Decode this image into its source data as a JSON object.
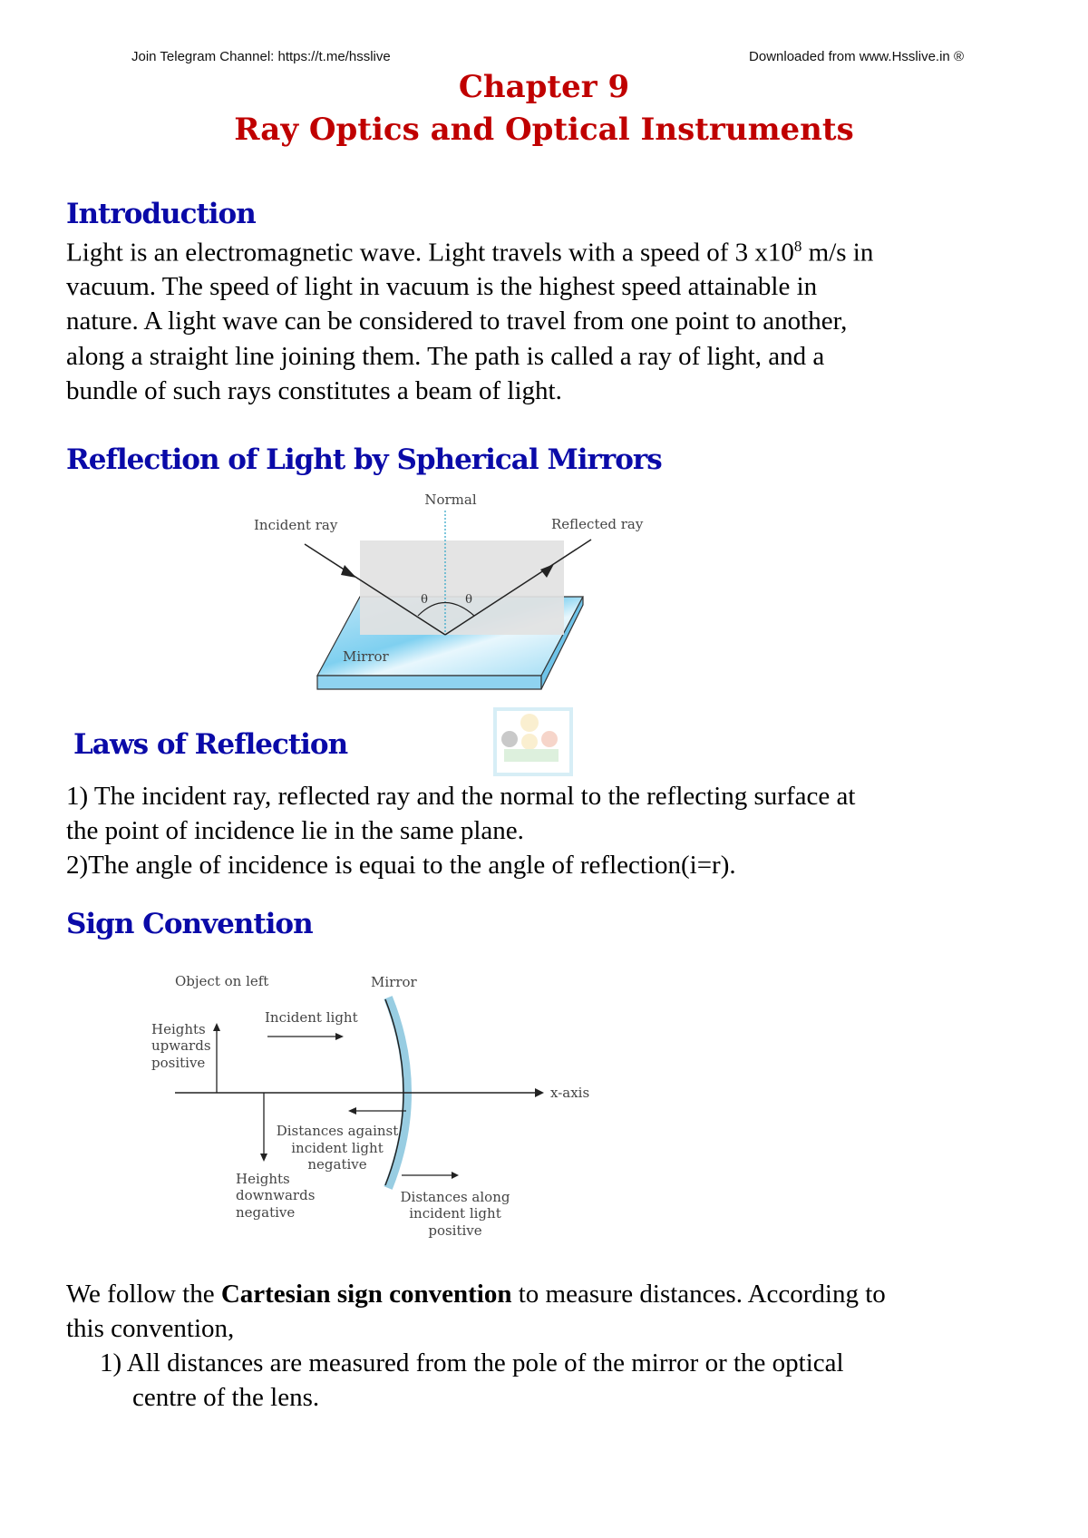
{
  "header": {
    "left": "Join Telegram Channel: https://t.me/hsslive",
    "right": "Downloaded from www.Hsslive.in ®"
  },
  "title": {
    "chapter": "Chapter 9",
    "name": "Ray Optics and Optical Instruments"
  },
  "introduction": {
    "heading": "Introduction",
    "lines": [
      "Light is an electromagnetic wave. Light  travels with a speed of 3 x10",
      "vacuum. The speed of light in vacuum is the highest speed attainable in",
      "nature. A light wave can be considered to travel from one point to another,",
      "along a straight line joining  them. The path is called a ray of light, and a",
      "bundle of such rays constitutes a beam of light."
    ],
    "superscript": "8",
    "line1_tail": " m/s in"
  },
  "reflection": {
    "heading": "Reflection of Light by Spherical Mirrors",
    "diagram": {
      "normal": "Normal",
      "incident": "Incident ray",
      "reflected": "Reflected ray",
      "theta": "θ",
      "mirror": "Mirror"
    }
  },
  "laws": {
    "heading": "Laws of Reflection",
    "lines": [
      "1) The incident ray, reflected ray and the normal to the reflecting   surface at",
      "the point of incidence lie in the same plane.",
      "2)The angle of incidence is  equai to the angle of reflection(i=r)."
    ]
  },
  "sign": {
    "heading": "Sign Convention",
    "diagram": {
      "object": "Object on left",
      "mirror": "Mirror",
      "incident": "Incident light",
      "up": [
        "Heights",
        "upwards",
        "positive"
      ],
      "xaxis": "x-axis",
      "against": [
        "Distances against",
        "incident light",
        "negative"
      ],
      "down": [
        "Heights",
        "downwards",
        "negative"
      ],
      "along": [
        "Distances along",
        "incident light",
        "positive"
      ]
    },
    "para": {
      "pre": " We  follow the ",
      "bold": "Cartesian sign convention",
      "post": " to measure distances. According to",
      "line2": "this convention,",
      "item1a": "1) All distances are measured from the pole of the mirror or the optical",
      "item1b": "centre of the lens."
    }
  }
}
